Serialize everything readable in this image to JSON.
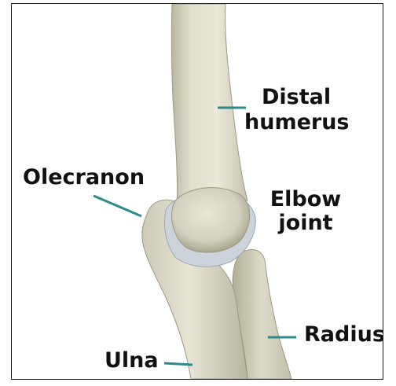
{
  "diagram": {
    "labels": {
      "distal_humerus_line1": "Distal",
      "distal_humerus_line2": "humerus",
      "olecranon": "Olecranon",
      "elbow_joint_line1": "Elbow",
      "elbow_joint_line2": "joint",
      "radius": "Radius",
      "ulna": "Ulna"
    },
    "colors": {
      "bone_light": "#e8e5d6",
      "bone_mid": "#d2cfbd",
      "bone_shadow": "#aaa790",
      "cartilage": "#cdd3da",
      "leader_line": "#2a8a8c",
      "text": "#111111",
      "border": "#1a1a1a"
    }
  }
}
